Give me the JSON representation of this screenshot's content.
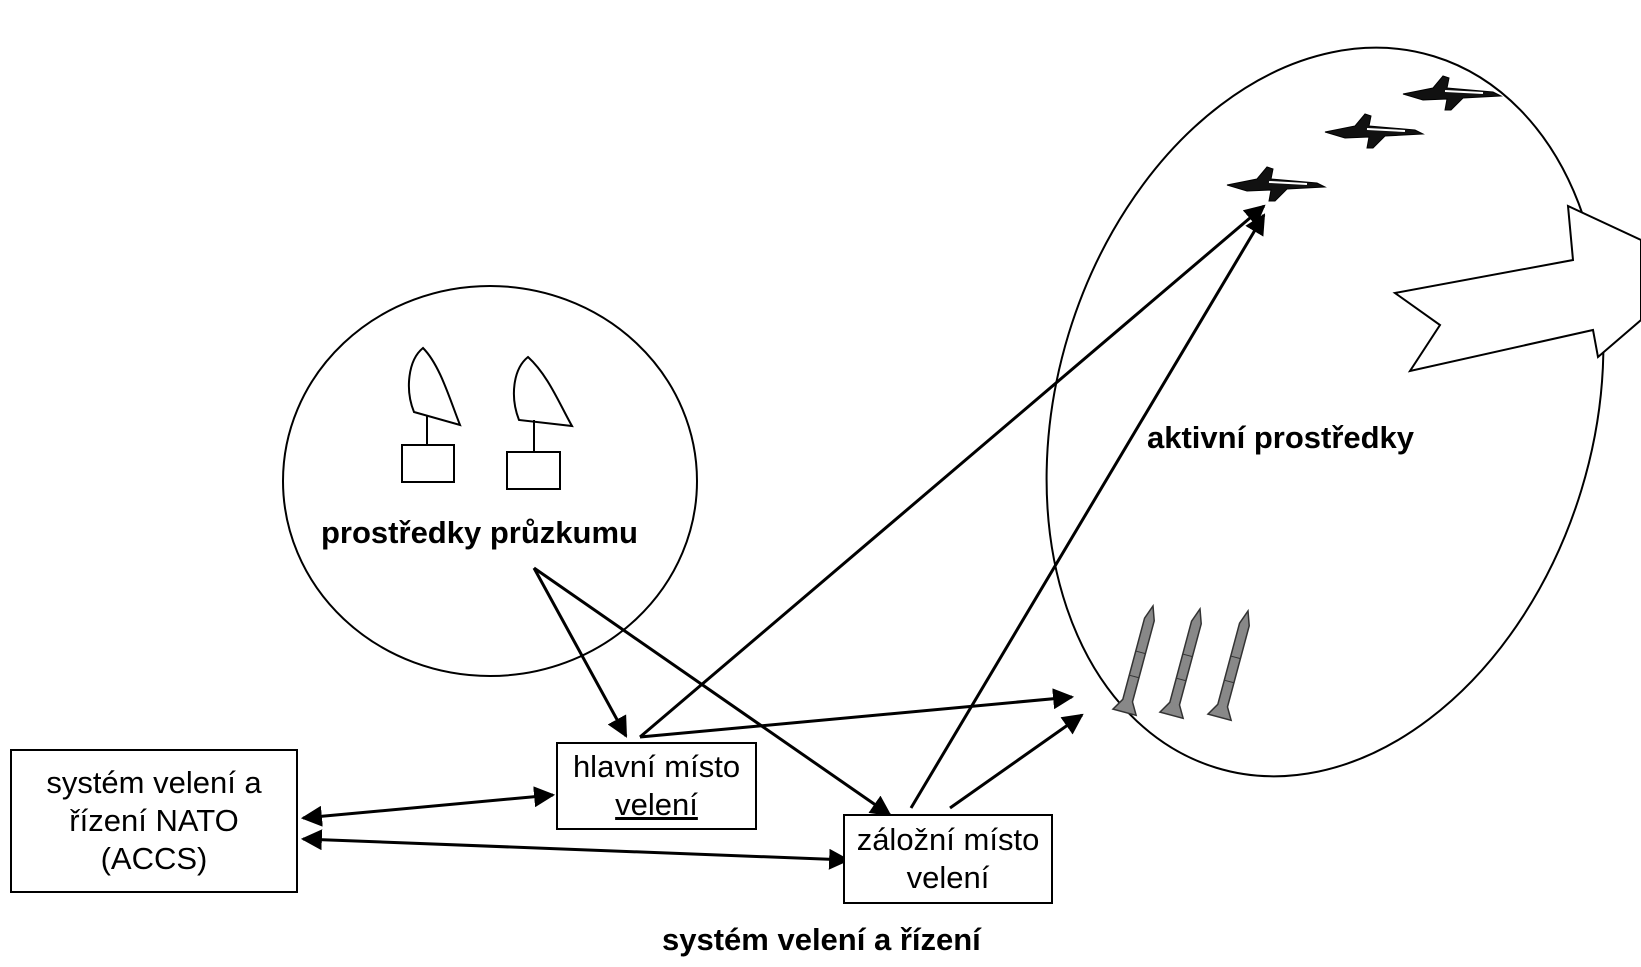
{
  "nodes": {
    "nato": {
      "line1": "systém velení a",
      "line2": "řízení NATO",
      "line3": "(ACCS)"
    },
    "main_cp": {
      "line1": "hlavní místo",
      "line2": "velení"
    },
    "backup_cp": {
      "line1": "záložní místo",
      "line2": "velení"
    }
  },
  "labels": {
    "recon": "prostředky průzkumu",
    "active": "aktivní prostředky",
    "c2": "systém velení a řízení"
  },
  "icons": {
    "radar": "radar-antenna-icon",
    "aircraft": "fighter-jet-icon",
    "missile": "missile-icon"
  }
}
